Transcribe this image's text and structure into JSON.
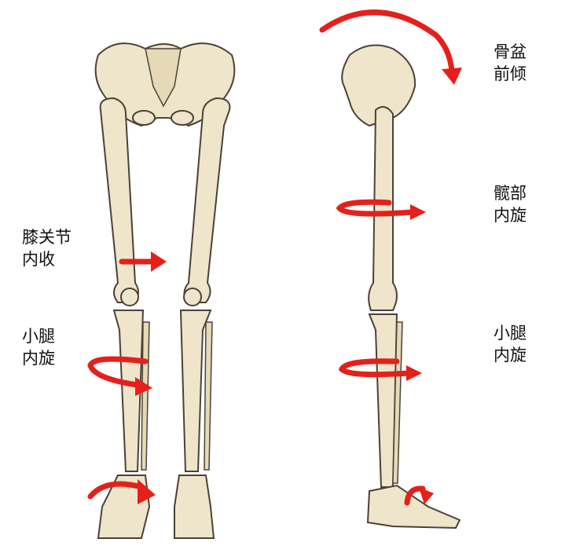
{
  "colors": {
    "arrow": "#e5201b",
    "bone": "#efe5cb",
    "outline": "#4a4237"
  },
  "labels": {
    "pelvis_tilt": [
      "骨盆",
      "前倾"
    ],
    "hip_rotation": [
      "髋部",
      "内旋"
    ],
    "right_shin_rotation": [
      "小腿",
      "内旋"
    ],
    "knee_adduction": [
      "膝关节",
      "内收"
    ],
    "left_shin_rotation": [
      "小腿",
      "内旋"
    ]
  }
}
